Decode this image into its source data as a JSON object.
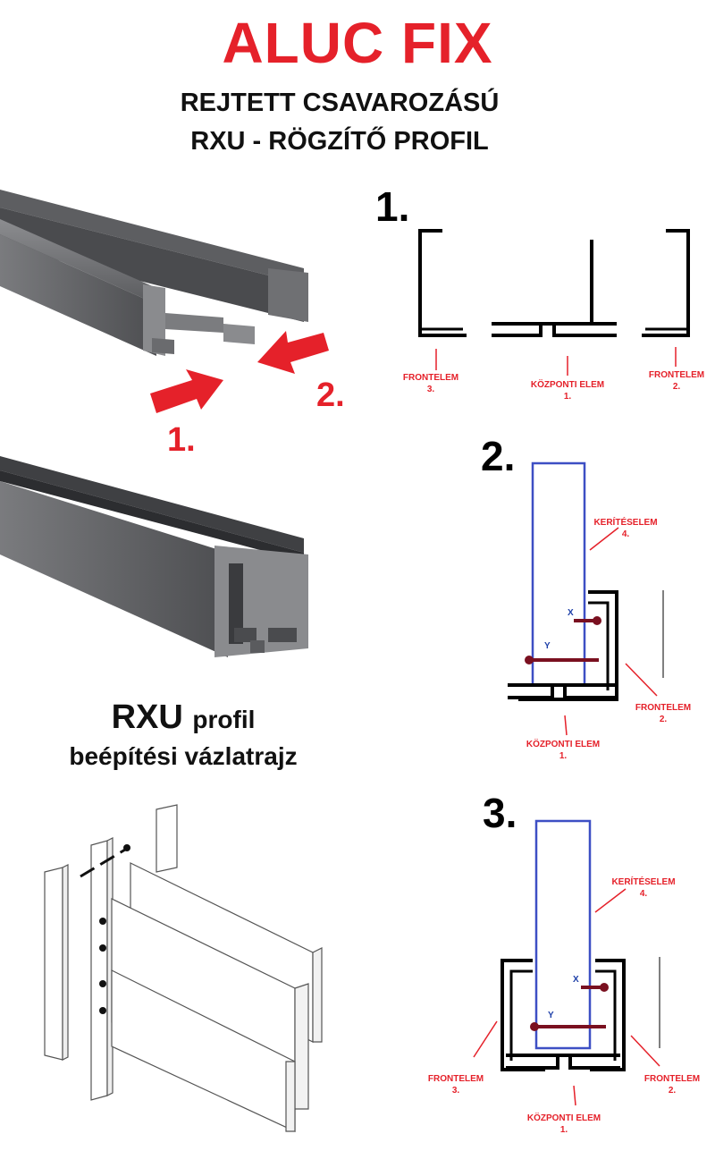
{
  "header": {
    "title": "ALUC FIX",
    "subtitle_line1": "REJTETT CSAVAROZÁSÚ",
    "subtitle_line2": "RXU - RÖGZÍTŐ PROFIL"
  },
  "photo_section": {
    "arrow_1_label": "1.",
    "arrow_2_label": "2."
  },
  "caption": {
    "line1_bold": "RXU",
    "line1_rest": "profil",
    "line2": "beépítési vázlatrajz"
  },
  "diagram1": {
    "step": "1.",
    "labels": [
      {
        "name": "FRONTELEM",
        "num": "3."
      },
      {
        "name": "KÖZPONTI ELEM",
        "num": "1."
      },
      {
        "name": "FRONTELEM",
        "num": "2."
      }
    ]
  },
  "diagram2": {
    "step": "2.",
    "fence": {
      "name": "KERÍTÉSELEM",
      "num": "4."
    },
    "front": {
      "name": "FRONTELEM",
      "num": "2."
    },
    "center": {
      "name": "KÖZPONTI ELEM",
      "num": "1."
    },
    "x_label": "X",
    "y_label": "Y"
  },
  "diagram3": {
    "step": "3.",
    "fence": {
      "name": "KERÍTÉSELEM",
      "num": "4."
    },
    "front_left": {
      "name": "FRONTELEM",
      "num": "3."
    },
    "front_right": {
      "name": "FRONTELEM",
      "num": "2."
    },
    "center": {
      "name": "KÖZPONTI ELEM",
      "num": "1."
    },
    "x_label": "X",
    "y_label": "Y"
  },
  "colors": {
    "brand_red": "#e5212a",
    "profile_gray": "#6e6f72",
    "fence_blue": "#3d4fc4",
    "screw_maroon": "#7a1020"
  }
}
